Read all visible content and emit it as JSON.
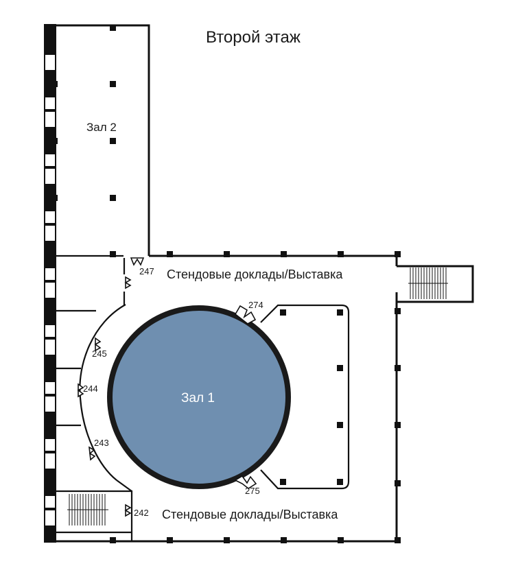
{
  "title": "Второй этаж",
  "rooms": {
    "hall1": "Зал 1",
    "hall2": "Зал 2",
    "poster_top": "Стендовые доклады/Выставка",
    "poster_bottom": "Стендовые доклады/Выставка"
  },
  "doors": {
    "d247": "247",
    "d274": "274",
    "d245": "245",
    "d244": "244",
    "d243": "243",
    "d275": "275",
    "d242": "242"
  },
  "colors": {
    "hall1_fill": "#6f8fb0",
    "hall1_border": "#1a1a1a",
    "walls": "#111111"
  }
}
